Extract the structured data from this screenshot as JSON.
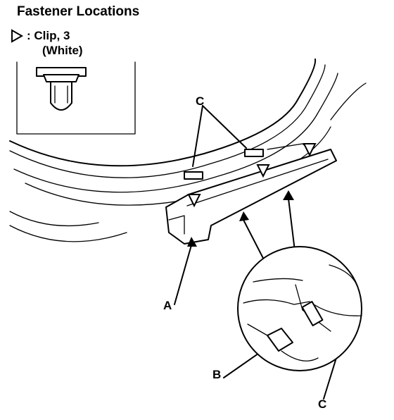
{
  "title": "Fastener Locations",
  "legend": {
    "symbol": "triangle-clip-icon",
    "line1": ": Clip, 3",
    "line2": "(White)"
  },
  "callouts": {
    "c_top": "C",
    "a": "A",
    "b": "B",
    "c_bottom": "C"
  }
}
